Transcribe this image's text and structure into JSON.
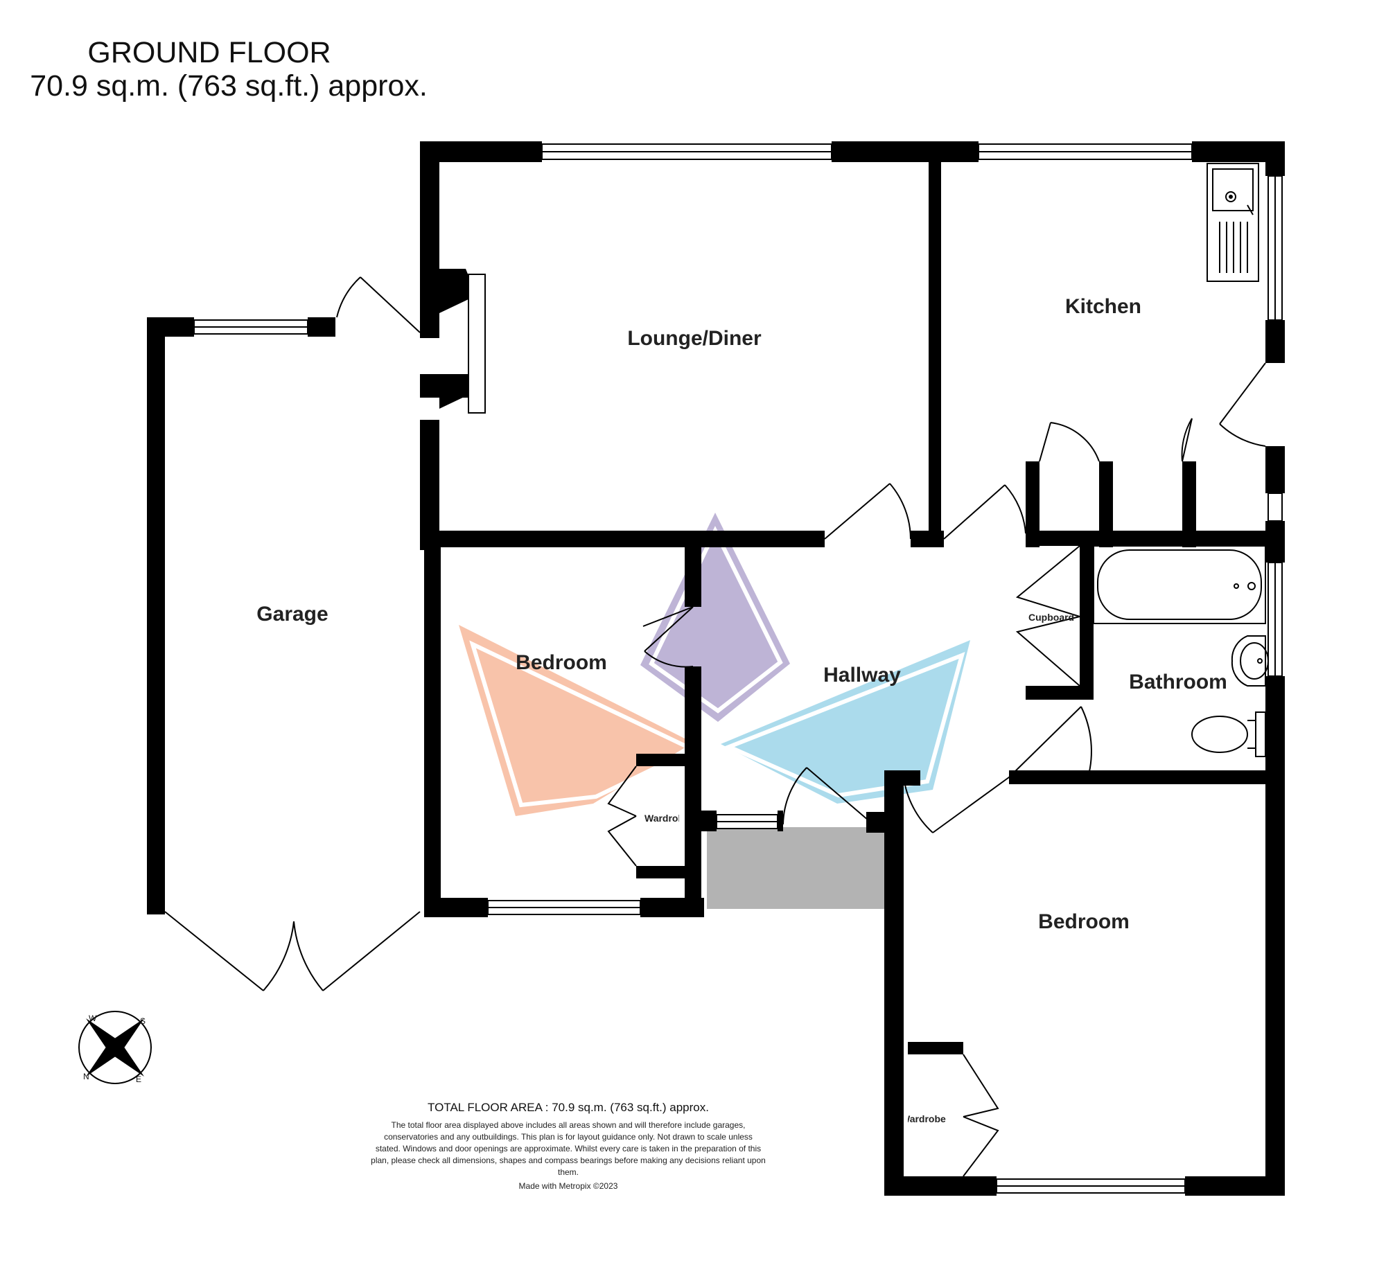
{
  "header": {
    "floor_name": "GROUND FLOOR",
    "floor_area": "70.9 sq.m. (763 sq.ft.) approx."
  },
  "rooms": {
    "lounge": "Lounge/Diner",
    "kitchen": "Kitchen",
    "garage": "Garage",
    "bedroom_1": "Bedroom",
    "hallway": "Hallway",
    "bathroom": "Bathroom",
    "bedroom_2": "Bedroom",
    "cupboard": "Cupboard",
    "wardrobe_1": "Wardrobe",
    "wardrobe_2": "Wardrobe"
  },
  "compass": {
    "s": "S",
    "n": "N",
    "w": "W",
    "e": "E"
  },
  "footer": {
    "total": "TOTAL FLOOR AREA : 70.9 sq.m. (763 sq.ft.) approx.",
    "disclaimer": [
      "The total floor area displayed above includes all areas shown and will therefore include garages,",
      "conservatories and any outbuildings. This plan is for layout guidance only. Not drawn to scale unless",
      "stated. Windows and door openings are approximate. Whilst every care is taken in the preparation of this",
      "plan, please check all dimensions, shapes and compass bearings before making any decisions reliant upon",
      "them."
    ],
    "credit": "Made with Metropix ©2023"
  },
  "colors": {
    "wall": "#000000",
    "porch": "#b3b3b3",
    "logo_orange": "#f6b08e",
    "logo_blue": "#8fd0e6",
    "logo_purple": "#a99bc9"
  }
}
